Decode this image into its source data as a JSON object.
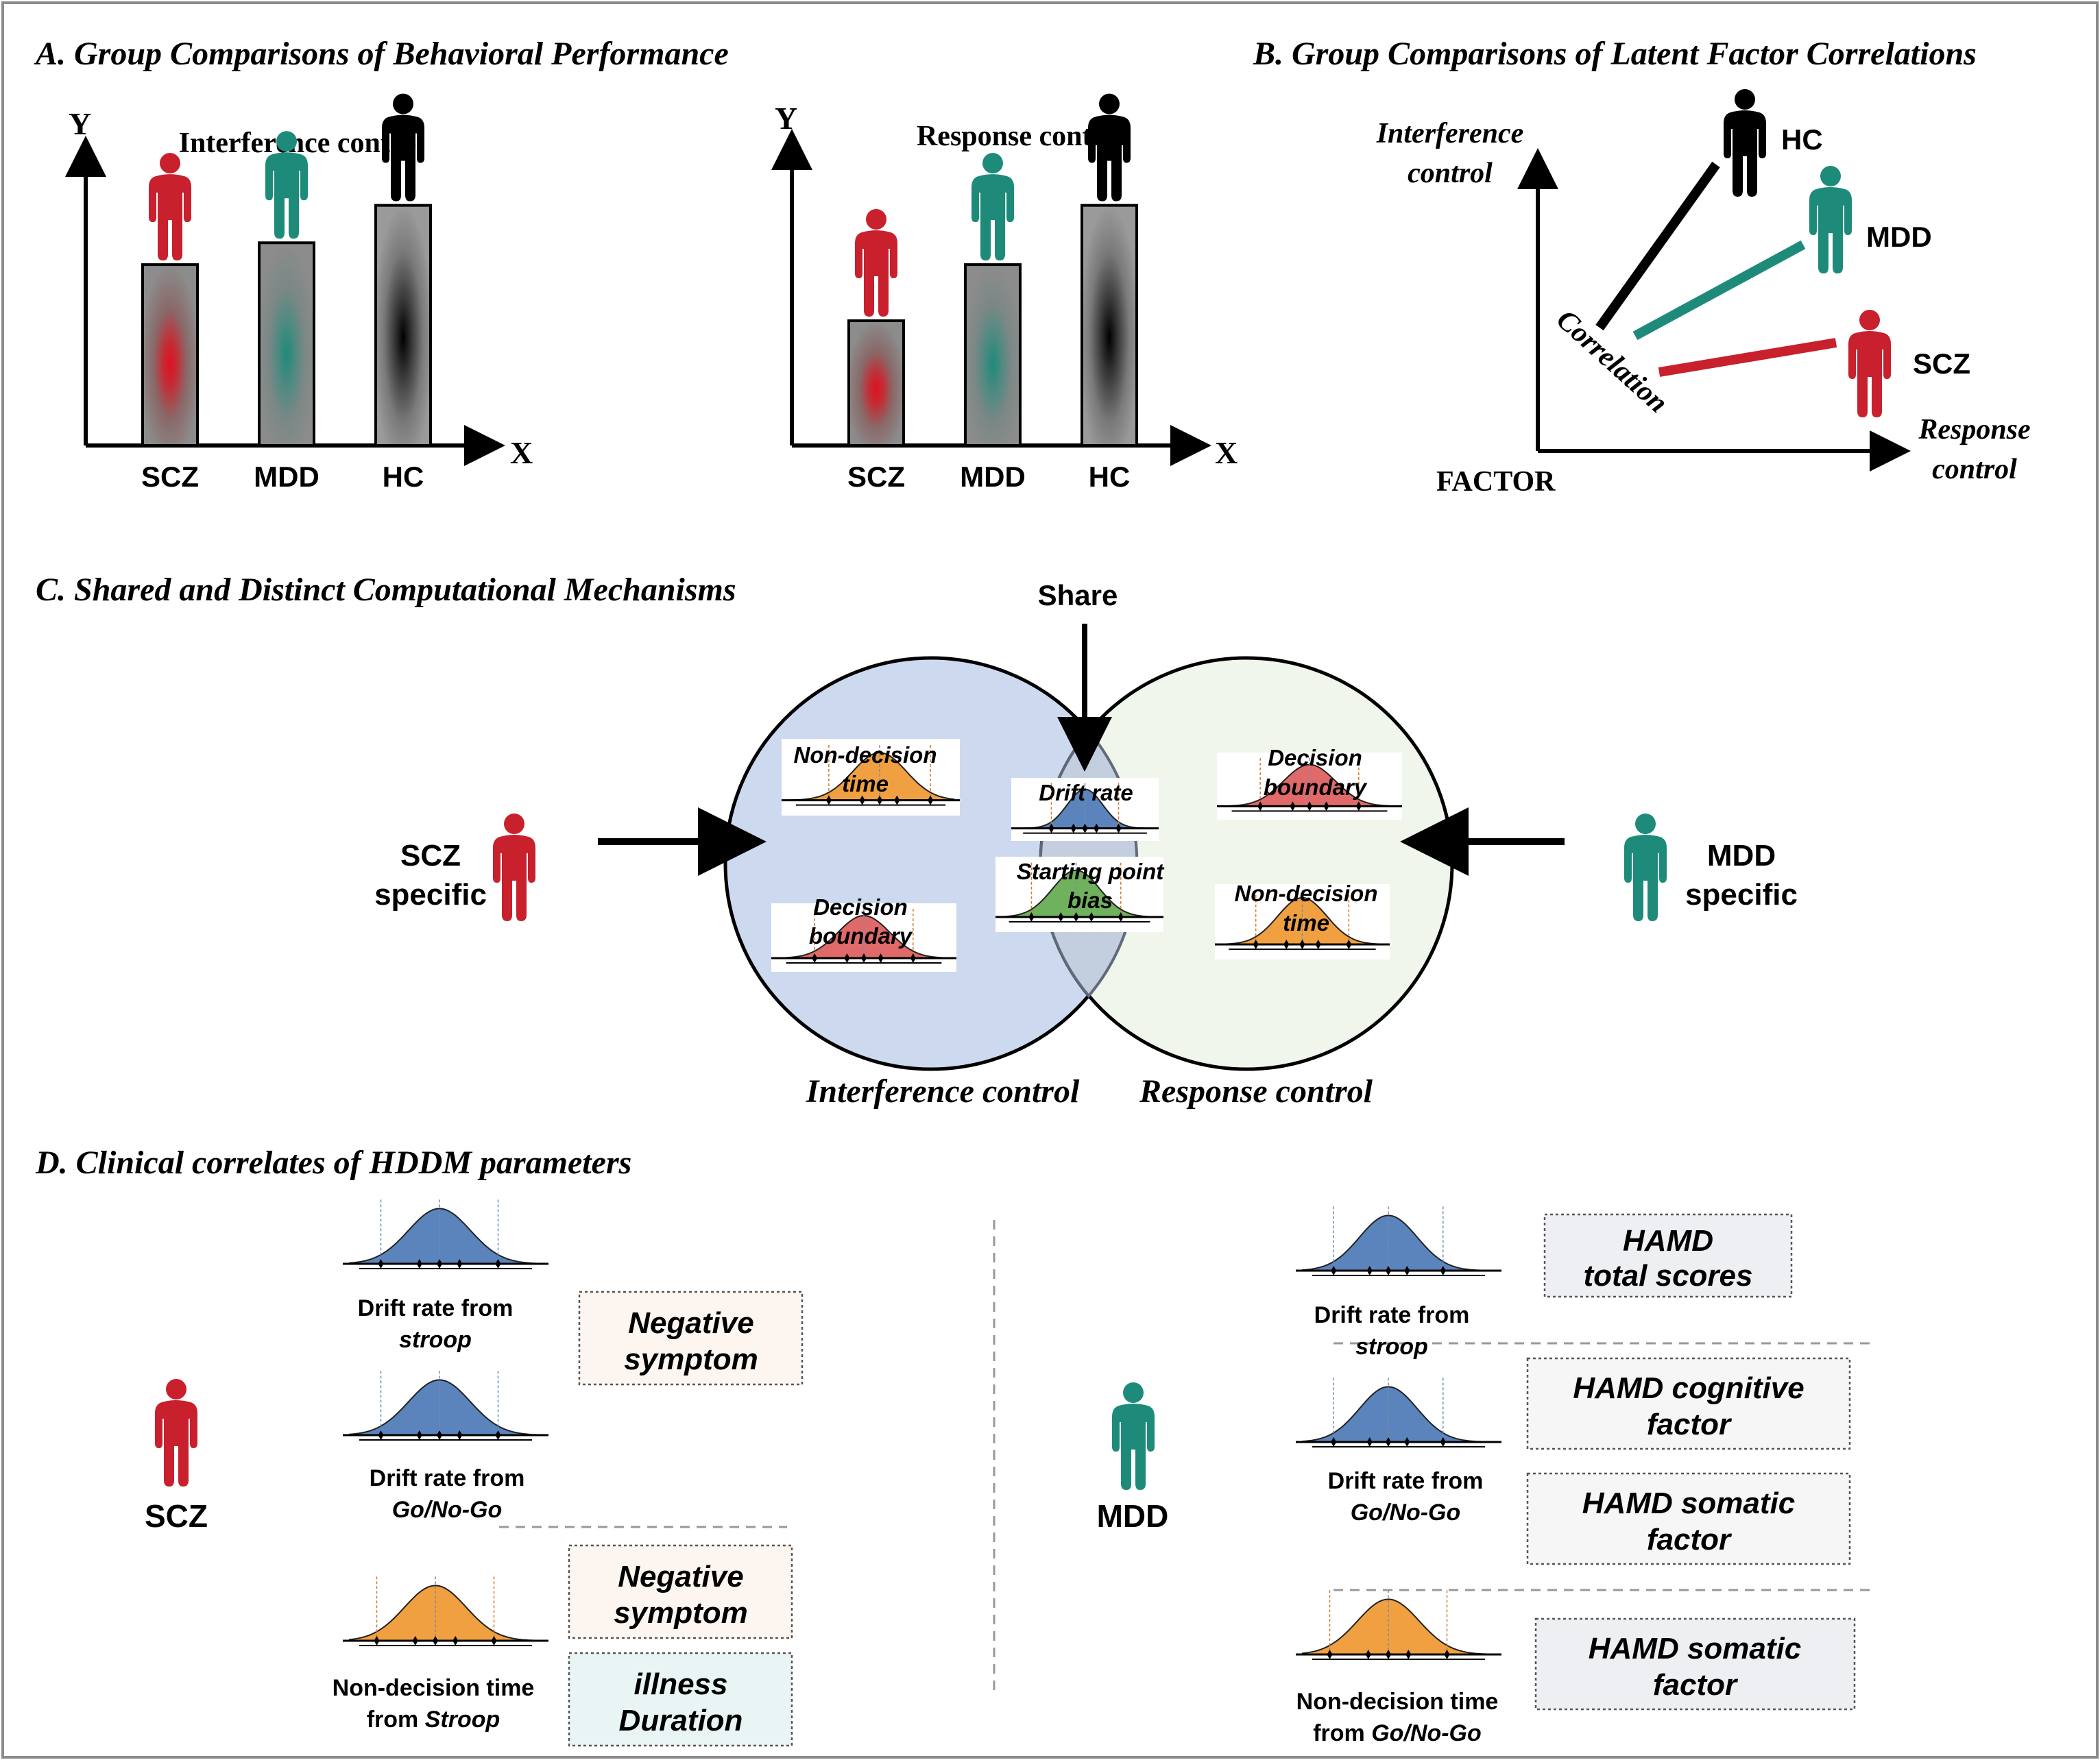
{
  "colors": {
    "scz": "#c8202d",
    "mdd": "#1e8b7a",
    "hc": "#000000",
    "blue_dist": "#5b84bd",
    "orange_dist": "#f0a040",
    "red_dist": "#e06a6a",
    "green_dist": "#6fb15c",
    "venn_left": "#cdd9ef",
    "venn_right": "#edf5e8",
    "panel_border": "#8c8c8c"
  },
  "panelA": {
    "title": "A.  Group Comparisons of Behavioral Performance",
    "axis_y": "Y",
    "axis_x": "X",
    "chart1": {
      "title": "Interference  control",
      "groups": [
        "SCZ",
        "MDD",
        "HC"
      ],
      "values": [
        0.58,
        0.65,
        0.77
      ]
    },
    "chart2": {
      "title": "Response control",
      "groups": [
        "SCZ",
        "MDD",
        "HC"
      ],
      "values": [
        0.4,
        0.58,
        0.77
      ]
    }
  },
  "panelB": {
    "title": "B.  Group Comparisons of Latent Factor Correlations",
    "y_label_1": "Interference",
    "y_label_2": "control",
    "x_label_1": "Response",
    "x_label_2": "control",
    "factor_label": "FACTOR",
    "correlation_label": "Correlation",
    "hc_label": "HC",
    "mdd_label": "MDD",
    "scz_label": "SCZ"
  },
  "panelC": {
    "title": "C.  Shared and Distinct Computational Mechanisms",
    "share_label": "Share",
    "scz_specific_1": "SCZ",
    "scz_specific_2": "specific",
    "mdd_specific_1": "MDD",
    "mdd_specific_2": "specific",
    "left_circle_label": "Interference control",
    "right_circle_label": "Response control",
    "left_only": {
      "ndt_1": "Non-decision",
      "ndt_2": "time",
      "db_1": "Decision",
      "db_2": "boundary"
    },
    "shared": {
      "drift": "Drift rate",
      "spb_1": "Starting point",
      "spb_2": "bias"
    },
    "right_only": {
      "db_1": "Decision",
      "db_2": "boundary",
      "ndt_1": "Non-decision",
      "ndt_2": "time"
    }
  },
  "panelD": {
    "title": "D.  Clinical correlates of HDDM parameters",
    "scz_label": "SCZ",
    "mdd_label": "MDD",
    "scz_items": {
      "drift_stroop_1": "Drift rate from",
      "drift_stroop_2": "stroop",
      "drift_gonogo_1": "Drift rate from",
      "drift_gonogo_2": "Go/No-Go",
      "ndt_stroop_1": "Non-decision time",
      "ndt_stroop_2a": "from ",
      "ndt_stroop_2b": "Stroop"
    },
    "scz_boxes": {
      "neg1_1": "Negative",
      "neg1_2": "symptom",
      "neg2_1": "Negative",
      "neg2_2": "symptom",
      "ill_1": "illness",
      "ill_2": "Duration"
    },
    "mdd_items": {
      "drift_stroop_1": "Drift rate from",
      "drift_stroop_2": "stroop",
      "drift_gonogo_1": "Drift rate from",
      "drift_gonogo_2": "Go/No-Go",
      "ndt_gonogo_1": "Non-decision time",
      "ndt_gonogo_2a": "from ",
      "ndt_gonogo_2b": "Go/No-Go"
    },
    "mdd_boxes": {
      "total_1": "HAMD",
      "total_2": "total scores",
      "cog_1": "HAMD cognitive",
      "cog_2": "factor",
      "som1_1": "HAMD somatic",
      "som1_2": "factor",
      "som2_1": "HAMD somatic",
      "som2_2": "factor"
    }
  }
}
